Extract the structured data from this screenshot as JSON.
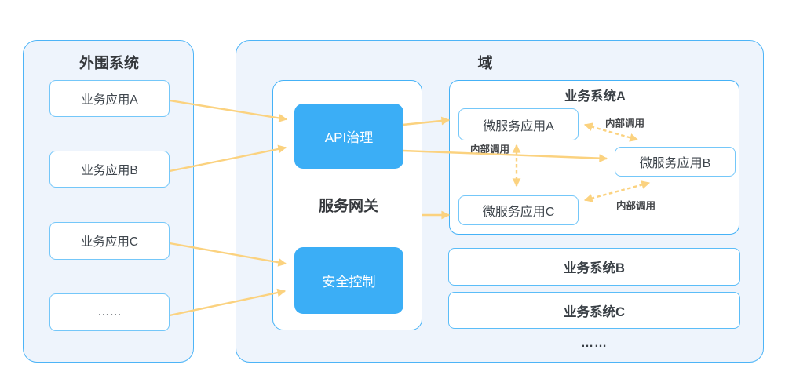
{
  "peripheral": {
    "title": "外围系统",
    "apps": [
      {
        "label": "业务应用A"
      },
      {
        "label": "业务应用B"
      },
      {
        "label": "业务应用C"
      },
      {
        "label": "……"
      }
    ]
  },
  "domain": {
    "title": "域",
    "gateway": {
      "title": "服务网关",
      "modules": [
        {
          "label": "API治理"
        },
        {
          "label": "安全控制"
        }
      ]
    },
    "system_a": {
      "title": "业务系统A",
      "services": [
        {
          "label": "微服务应用A"
        },
        {
          "label": "微服务应用B"
        },
        {
          "label": "微服务应用C"
        }
      ],
      "call_labels": [
        {
          "label": "内部调用"
        },
        {
          "label": "内部调用"
        },
        {
          "label": "内部调用"
        }
      ]
    },
    "other_systems": [
      {
        "label": "业务系统B"
      },
      {
        "label": "业务系统C"
      }
    ],
    "ellipsis": "……"
  },
  "connections": [
    {
      "from": "业务应用A",
      "to": "API治理",
      "style": "solid-arrow"
    },
    {
      "from": "业务应用B",
      "to": "API治理",
      "style": "solid-arrow"
    },
    {
      "from": "业务应用C",
      "to": "安全控制",
      "style": "solid-arrow"
    },
    {
      "from": "……",
      "to": "安全控制",
      "style": "solid-arrow"
    },
    {
      "from": "API治理",
      "to": "微服务应用A",
      "style": "solid-arrow"
    },
    {
      "from": "API治理",
      "to": "微服务应用B",
      "style": "solid-arrow"
    },
    {
      "from": "服务网关",
      "to": "微服务应用C",
      "style": "solid-arrow"
    },
    {
      "from": "微服务应用A",
      "to": "微服务应用B",
      "style": "dashed-double-arrow",
      "label": "内部调用"
    },
    {
      "from": "微服务应用A",
      "to": "微服务应用C",
      "style": "dashed-double-arrow",
      "label": "内部调用"
    },
    {
      "from": "微服务应用C",
      "to": "微服务应用B",
      "style": "dashed-double-arrow",
      "label": "内部调用"
    }
  ],
  "colors": {
    "panel_fill": "#eef4fc",
    "panel_border": "#4db4f7",
    "card_border": "#45b2f7",
    "box_border": "#74c7f9",
    "accent_blue": "#3baef6",
    "arrow_yellow": "#fbd27f",
    "text_dark": "#35383c"
  }
}
